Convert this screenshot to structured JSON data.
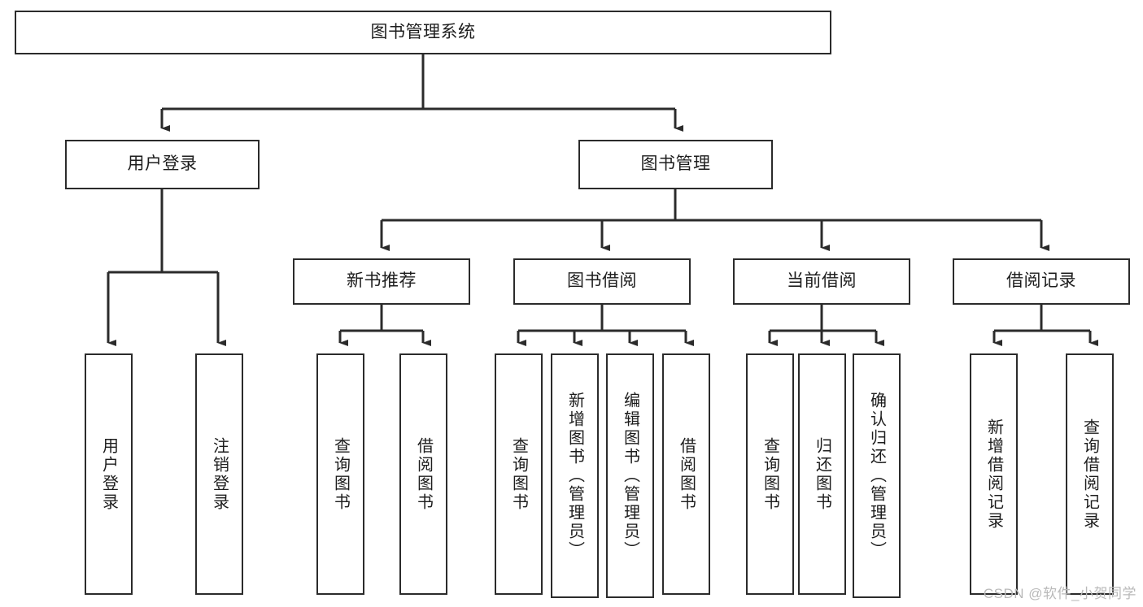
{
  "diagram": {
    "title": "图书管理系统",
    "type": "tree",
    "watermark": "CSDN @软件_小贺同学",
    "colors": {
      "box_border": "#2b2b2b",
      "box_fill": "#ffffff",
      "text": "#1d1d1d",
      "link": "#2b2b2b",
      "watermark": "#b9b9b9"
    },
    "levels": {
      "root": [
        "图书管理系统"
      ],
      "level2": [
        "用户登录",
        "图书管理"
      ],
      "level3": [
        "新书推荐",
        "图书借阅",
        "当前借阅",
        "借阅记录"
      ],
      "leaves": [
        "用户登录",
        "注销登录",
        "查询图书",
        "借阅图书",
        "查询图书",
        "新增图书（管理员）",
        "编辑图书（管理员）",
        "借阅图书",
        "查询图书",
        "归还图书",
        "确认归还（管理员）",
        "新增借阅记录",
        "查询借阅记录"
      ]
    },
    "nodes": {
      "root": {
        "label": "图书管理系统"
      },
      "user_login": {
        "label": "用户登录"
      },
      "book_manage": {
        "label": "图书管理"
      },
      "new_book_rec": {
        "label": "新书推荐"
      },
      "book_borrow": {
        "label": "图书借阅"
      },
      "current_borrow": {
        "label": "当前借阅"
      },
      "borrow_record": {
        "label": "借阅记录"
      },
      "leaf_user_login": {
        "label": "用户登录"
      },
      "leaf_user_logout": {
        "label": "注销登录"
      },
      "leaf_query_book_a": {
        "label": "查询图书"
      },
      "leaf_borrow_book_a": {
        "label": "借阅图书"
      },
      "leaf_query_book_b": {
        "label": "查询图书"
      },
      "leaf_add_book": {
        "label": "新增图书（管理员）"
      },
      "leaf_edit_book": {
        "label": "编辑图书（管理员）"
      },
      "leaf_borrow_book_b": {
        "label": "借阅图书"
      },
      "leaf_query_book_c": {
        "label": "查询图书"
      },
      "leaf_return_book": {
        "label": "归还图书"
      },
      "leaf_confirm_return": {
        "label": "确认归还（管理员）"
      },
      "leaf_add_record": {
        "label": "新增借阅记录"
      },
      "leaf_query_record": {
        "label": "查询借阅记录"
      }
    }
  }
}
